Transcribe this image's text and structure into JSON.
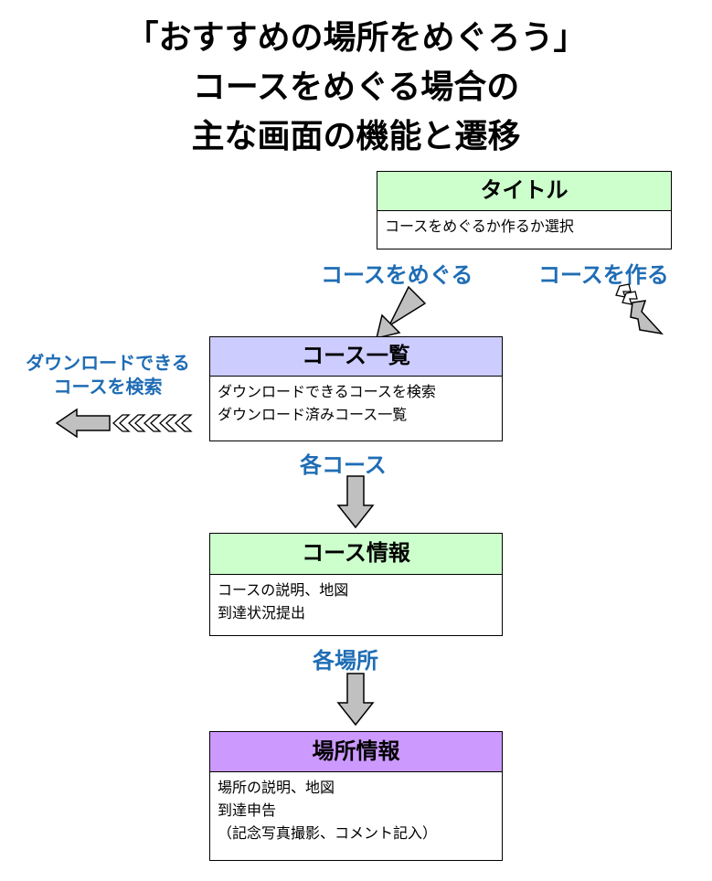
{
  "title": {
    "line1": "「おすすめの場所をめぐろう」",
    "line2": "コースをめぐる場合の",
    "line3": "主な画面の機能と遷移"
  },
  "colors": {
    "title_screen": "#ccffcc",
    "course_list_screen": "#ccccff",
    "course_info_screen": "#ccffcc",
    "place_info_screen": "#cc99ff",
    "label_text": "#1f6db5",
    "arrow_fill": "#c0c0c0"
  },
  "screens": {
    "title_screen": {
      "heading": "タイトル",
      "lines": [
        "コースをめぐるか作るか選択"
      ]
    },
    "course_list": {
      "heading": "コース一覧",
      "lines": [
        "ダウンロードできるコースを検索",
        "ダウンロード済みコース一覧"
      ]
    },
    "course_info": {
      "heading": "コース情報",
      "lines": [
        "コースの説明、地図",
        "到達状況提出"
      ]
    },
    "place_info": {
      "heading": "場所情報",
      "lines": [
        "場所の説明、地図",
        "到達申告",
        "（記念写真撮影、コメント記入）"
      ]
    }
  },
  "transitions": {
    "tour_course": "コースをめぐる",
    "make_course": "コースを作る",
    "search_download_line1": "ダウンロードできる",
    "search_download_line2": "コースを検索",
    "each_course": "各コース",
    "each_place": "各場所"
  }
}
